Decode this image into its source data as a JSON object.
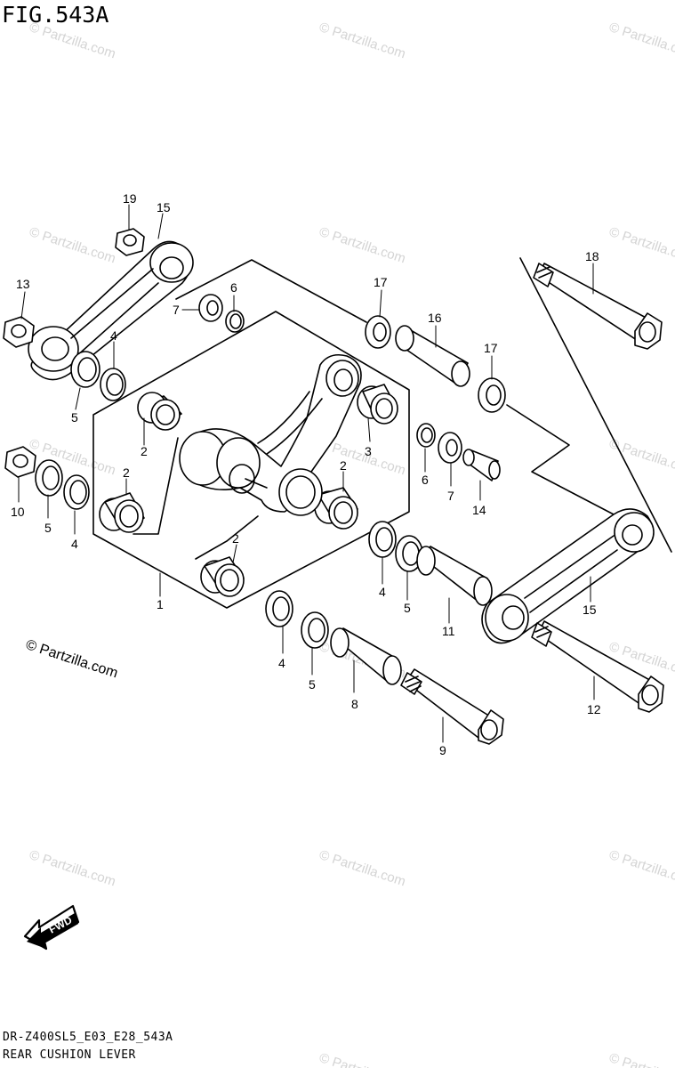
{
  "figure": {
    "title": "FIG.543A",
    "code_line": "DR-Z400SL5_E03_E28_543A",
    "name_line": "REAR CUSHION LEVER",
    "brand_note": "© Partzilla.com",
    "watermark_text": "© Partzilla.com",
    "direction_label": "FWD"
  },
  "callouts": {
    "c1": "1",
    "c2a": "2",
    "c2b": "2",
    "c2c": "2",
    "c2d": "2",
    "c3": "3",
    "c4a": "4",
    "c4b": "4",
    "c4c": "4",
    "c4d": "4",
    "c5a": "5",
    "c5b": "5",
    "c5c": "5",
    "c5d": "5",
    "c6a": "6",
    "c6b": "6",
    "c7a": "7",
    "c7b": "7",
    "c8": "8",
    "c9": "9",
    "c10": "10",
    "c11": "11",
    "c12": "12",
    "c13": "13",
    "c14": "14",
    "c15a": "15",
    "c15b": "15",
    "c16": "16",
    "c17a": "17",
    "c17b": "17",
    "c18": "18",
    "c19": "19"
  },
  "colors": {
    "ink": "#000000",
    "paper": "#ffffff",
    "watermark": "#d4d4d4"
  }
}
